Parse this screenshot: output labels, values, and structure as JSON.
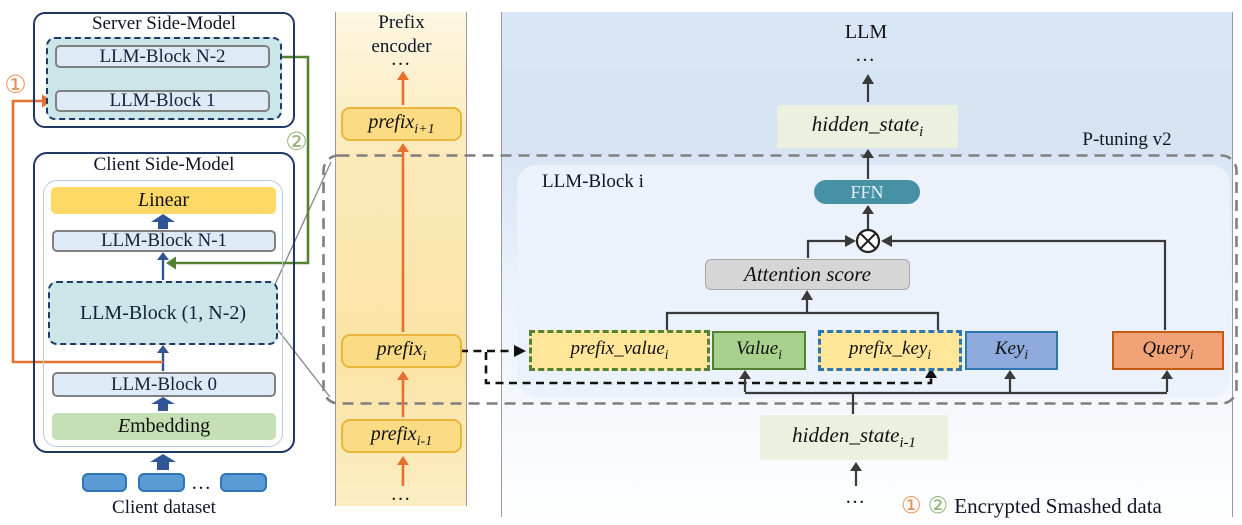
{
  "left": {
    "server": {
      "title": "Server Side-Model",
      "block_top": "LLM-Block N-2",
      "block_bottom": "LLM-Block 1"
    },
    "client": {
      "title": "Client Side-Model",
      "linear_lead": "L",
      "linear_rest": "inear",
      "block_n1": "LLM-Block N-1",
      "dashed_block": "LLM-Block (1, N-2)",
      "block_0": "LLM-Block 0",
      "embedding_lead": "E",
      "embedding_rest": "mbedding",
      "dataset_dots": "…",
      "dataset_label": "Client dataset"
    },
    "circle1": "①",
    "circle2": "②"
  },
  "prefix_col": {
    "title_line1": "Prefix",
    "title_line2": "encoder",
    "dots_top": "…",
    "box_next": {
      "base": "prefix",
      "sub": "i+1"
    },
    "box_cur": {
      "base": "prefix",
      "sub": "i"
    },
    "box_prev": {
      "base": "prefix",
      "sub": "i-1"
    },
    "dots_bottom": "…"
  },
  "panel": {
    "llm_label": "LLM",
    "dots_top": "…",
    "ptuning_label": "P-tuning v2",
    "block_label": "LLM-Block i",
    "hidden_top": {
      "base": "hidden_state",
      "sub": "i"
    },
    "ffn_label": "FFN",
    "attention_label": "Attention score",
    "prefix_value": {
      "base": "prefix_value",
      "sub": "i"
    },
    "value": {
      "base": "Value",
      "sub": "i"
    },
    "prefix_key": {
      "base": "prefix_key",
      "sub": "i"
    },
    "key": {
      "base": "Key",
      "sub": "i"
    },
    "query": {
      "base": "Query",
      "sub": "i"
    },
    "hidden_bottom": {
      "base": "hidden_state",
      "sub": "i-1"
    },
    "dots_bottom": "…"
  },
  "legend": {
    "circle1": "①",
    "circle2": "②",
    "label": "Encrypted Smashed data"
  },
  "colors": {
    "navy": "#1F3864",
    "navy2": "#2F5597",
    "orange": "#E8702E",
    "green": "#548235",
    "gold": "#E9B53C",
    "prefixfill": "#FBDC84",
    "teal": "#CBE6E8",
    "blockfill": "#DEEBF7",
    "graybr": "#808080",
    "ffn": "#4791A5",
    "hidden": "#EBF1DE",
    "attn": "#D6D6D6",
    "valuefill": "#A9D18E",
    "keyfill": "#8FAADC",
    "keybr": "#2E75B6",
    "queryfill": "#F2A277",
    "querybr": "#C55A11",
    "chip": "#5B9BD5",
    "yellow": "#FFE699",
    "linear": "#FFD966",
    "embed": "#C5E0B4",
    "ink": "#15223C",
    "line": "#3A3A3A",
    "circle1_color": "#E8925A",
    "circle2_color": "#93B275"
  }
}
